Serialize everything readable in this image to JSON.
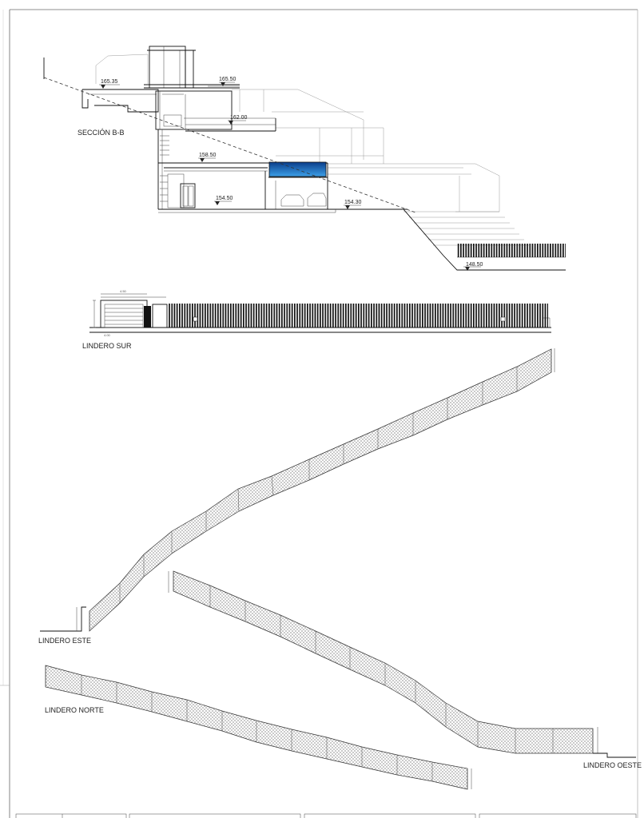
{
  "sheet": {
    "labels": {
      "section_bb": "SECCIÓN B-B",
      "lindero_sur": "LINDERO SUR",
      "lindero_este": "LINDERO ESTE",
      "lindero_norte": "LINDERO NORTE",
      "lindero_oeste": "LINDERO OESTE"
    },
    "levels": {
      "l_165_35": "165.35",
      "l_165_50": "165.50",
      "l_162_00": "162.00",
      "l_158_50": "158.50",
      "l_154_50": "154.50",
      "l_154_30": "154.30",
      "l_148_50": "148.50"
    },
    "dims": {
      "sur_top": "4.50",
      "sur_sub": "4.00"
    },
    "colors": {
      "pool_top": "#0a3d8a",
      "pool_bottom": "#3da0e8",
      "line": "#111111",
      "mesh": "#8a8a8a"
    }
  }
}
